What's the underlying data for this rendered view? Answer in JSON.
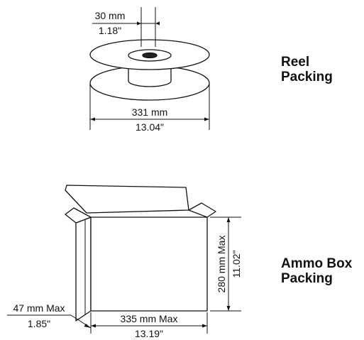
{
  "reel": {
    "heading_line1": "Reel",
    "heading_line2": "Packing",
    "hub_width_mm": "30 mm",
    "hub_width_in": "1.18\"",
    "diameter_mm": "331 mm",
    "diameter_in": "13.04\""
  },
  "ammo_box": {
    "heading_line1": "Ammo Box",
    "heading_line2": "Packing",
    "height_mm": "280 mm Max",
    "height_in": "11.02\"",
    "width_mm": "335 mm Max",
    "width_in": "13.19\"",
    "depth_mm": "47 mm Max",
    "depth_in": "1.85\""
  }
}
